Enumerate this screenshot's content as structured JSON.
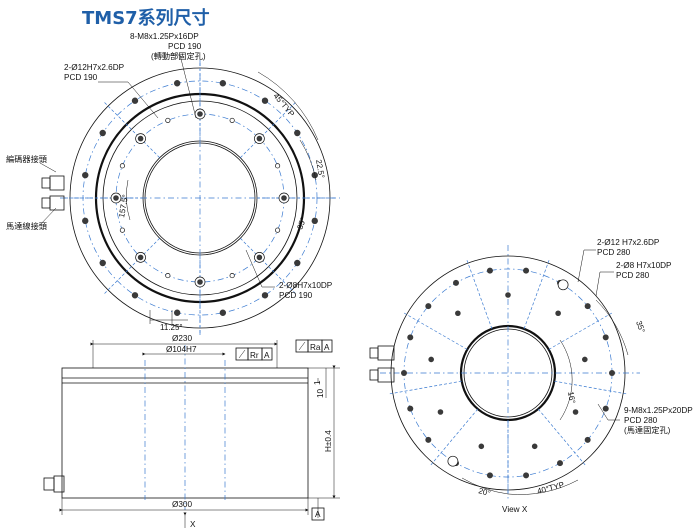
{
  "title": "TMS7系列尺寸",
  "labels": {
    "m8_top": "8-M8x1.25Px16DP",
    "pcd190_a": "PCD 190",
    "rotor_hole": "(轉動部固定孔)",
    "pin_12": "2-Ø12H7x2.6DP",
    "pcd190_b": "PCD 190",
    "encoder": "編碼器接頭",
    "motor": "馬達線接頭",
    "pin_8": "2-Ø8H7x10DP",
    "pcd190_c": "PCD 190",
    "ang_45typ": "45°TYP",
    "ang_225": "22.5°",
    "ang_35": "35°",
    "ang_1575": "157.5°",
    "ang_1125": "11.25°",
    "d230": "Ø230",
    "d104": "Ø104H7",
    "runout": "Rr",
    "datum_a": "A",
    "ra": "Ra",
    "dim_1": "1",
    "dim_10": "10",
    "height": "H±0.4",
    "d300": "Ø300",
    "datum_a2": "A",
    "view_x_arrow": "X",
    "r_pin12": "2-Ø12 H7x2.6DP",
    "r_pcd280_a": "PCD 280",
    "r_pin8": "2-Ø8 H7x10DP",
    "r_pcd280_b": "PCD 280",
    "r_ang35": "35°",
    "r_ang16": "16°",
    "r_m8": "9-M8x1.25Px20DP",
    "r_pcd280_c": "PCD 280",
    "r_stator": "(馬達固定孔)",
    "r_ang20": "20°",
    "r_ang40typ": "40°TYP",
    "view_x": "View X"
  },
  "colors": {
    "title": "#1f5fa8",
    "centerline": "#3a7ad0",
    "line": "#111111"
  }
}
